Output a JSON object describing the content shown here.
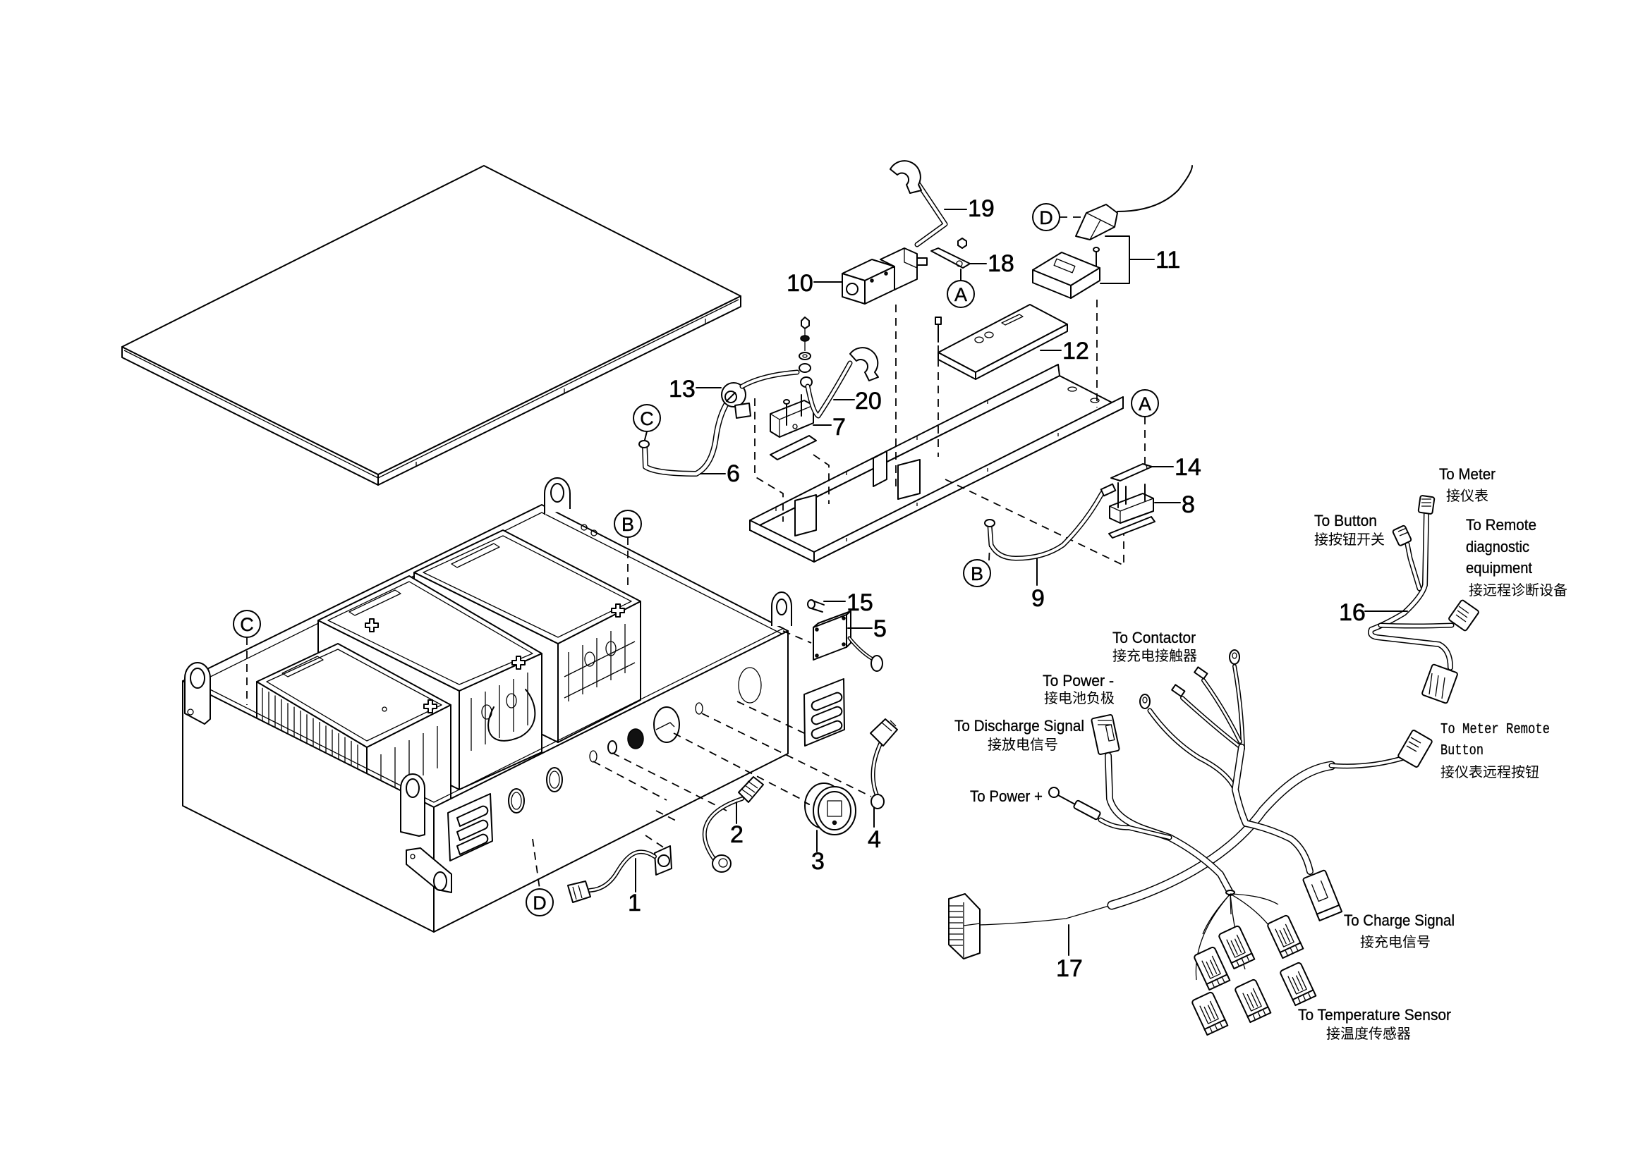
{
  "parts": {
    "p1": "1",
    "p2": "2",
    "p3": "3",
    "p4": "4",
    "p5": "5",
    "p6": "6",
    "p7": "7",
    "p8": "8",
    "p9": "9",
    "p10": "10",
    "p11": "11",
    "p12": "12",
    "p13": "13",
    "p14": "14",
    "p15": "15",
    "p16": "16",
    "p17": "17",
    "p18": "18",
    "p19": "19",
    "p20": "20"
  },
  "markers": {
    "A": "A",
    "B": "B",
    "C": "C",
    "D": "D"
  },
  "harness_16": {
    "to_meter": {
      "en": "To Meter",
      "zh": "接仪表"
    },
    "to_button": {
      "en": "To Button",
      "zh": "接按钮开关"
    },
    "to_remote_diagnostic": {
      "en": [
        "To Remote",
        "diagnostic",
        "equipment"
      ],
      "zh": "接远程诊断设备"
    }
  },
  "harness_17": {
    "to_contactor": {
      "en": "To Contactor",
      "zh": "接充电接触器"
    },
    "to_power_negative": {
      "en": "To Power -",
      "zh": "接电池负极"
    },
    "to_discharge_signal": {
      "en": "To Discharge Signal",
      "zh": "接放电信号"
    },
    "to_power_positive": {
      "en": "To Power +"
    },
    "to_meter_remote_button": {
      "en": [
        "To Meter Remote",
        "Button"
      ],
      "zh": "接仪表远程按钮"
    },
    "to_charge_signal": {
      "en": "To Charge Signal",
      "zh": "接充电信号"
    },
    "to_temperature_sensor": {
      "en": "To Temperature Sensor",
      "zh": "接温度传感器"
    }
  }
}
